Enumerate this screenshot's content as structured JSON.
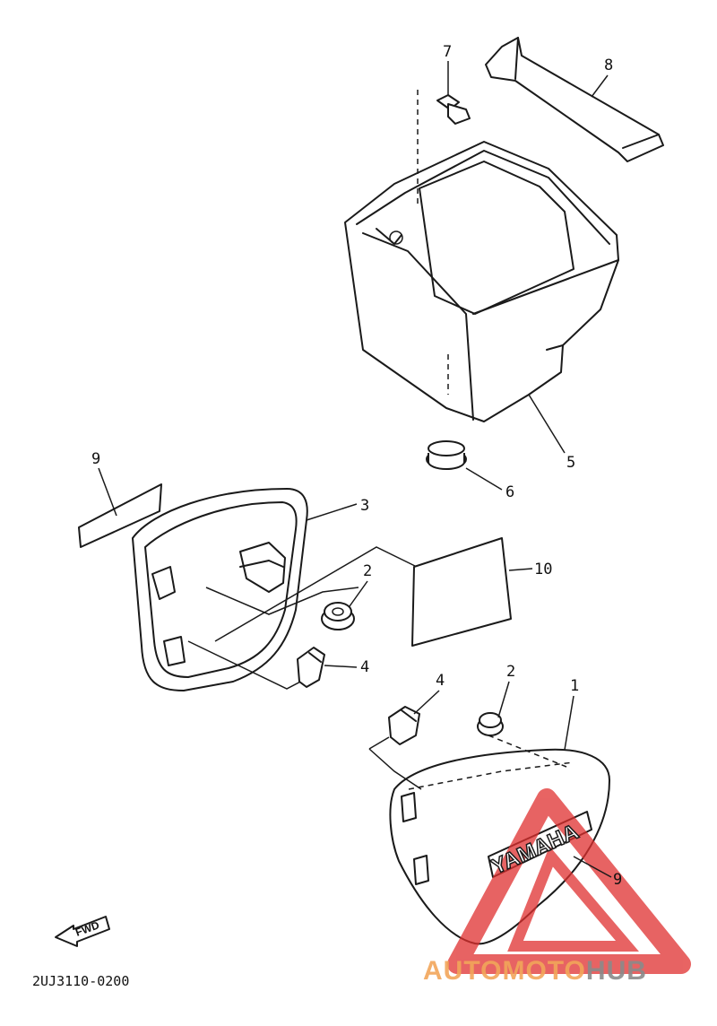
{
  "callouts": [
    "1",
    "2",
    "2",
    "3",
    "4",
    "4",
    "5",
    "6",
    "7",
    "8",
    "9",
    "9",
    "10"
  ],
  "diagram_code": "2UJ3110-0200",
  "fwd_label": "FWD",
  "emboss_text": "YAMAHA",
  "watermark": {
    "part1": "AUTOMOTO",
    "part2": "HUB",
    "color_primary": "#f2a65a",
    "color_secondary": "#8a8a8a",
    "triangle_color": "#e0302f"
  }
}
